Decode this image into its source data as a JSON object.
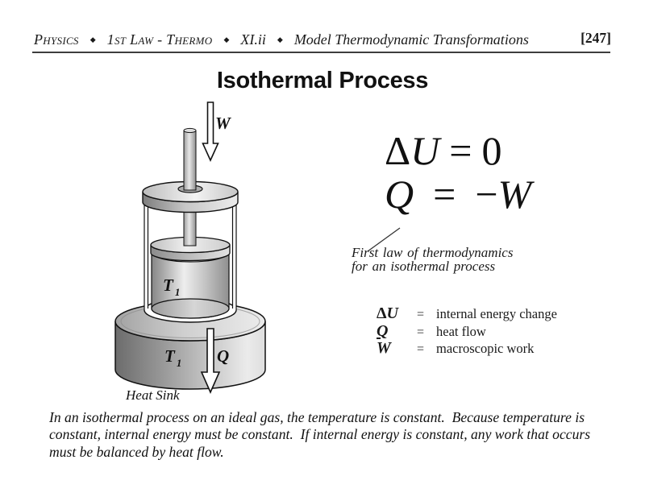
{
  "header": {
    "course": "Physics",
    "separator": "◆",
    "unit": "1st Law - Thermo",
    "section": "XI.ii",
    "subtitle": "Model Thermodynamic Transformations",
    "page_number": "[247]"
  },
  "title": "Isothermal Process",
  "equations": {
    "line1": {
      "delta": "Δ",
      "variable": "U",
      "equals": "=",
      "rhs": "0"
    },
    "line2": {
      "variable": "Q",
      "equals": "=",
      "minus": "−",
      "rhs_variable": "W"
    }
  },
  "annotation": {
    "line1": "First law of thermodynamics",
    "line2": "for an isothermal process"
  },
  "legend": {
    "rows": [
      {
        "symbol_prefix": "Δ",
        "symbol": "U",
        "equals": "=",
        "description": "internal energy change"
      },
      {
        "symbol": "Q",
        "equals": "=",
        "description": "heat flow"
      },
      {
        "symbol": "W",
        "equals": "=",
        "description": "macroscopic work"
      }
    ]
  },
  "diagram": {
    "work_label": "W",
    "heat_label": "Q",
    "gas_temperature": {
      "symbol": "T",
      "subscript": "1"
    },
    "sink_temperature": {
      "symbol": "T",
      "subscript": "1"
    },
    "caption": "Heat Sink"
  },
  "body_text": {
    "lines": [
      "In an isothermal process on an ideal gas, the temperature is constant.  Because temperature is",
      "constant, internal energy must be constant.  If internal energy is constant, any work that occurs",
      "must be balanced by heat flow."
    ]
  },
  "colors": {
    "text": "#1a1a1a",
    "rule": "#3d3d3d",
    "metal_dark": "#6c6c6c",
    "metal_light": "#ececec"
  }
}
